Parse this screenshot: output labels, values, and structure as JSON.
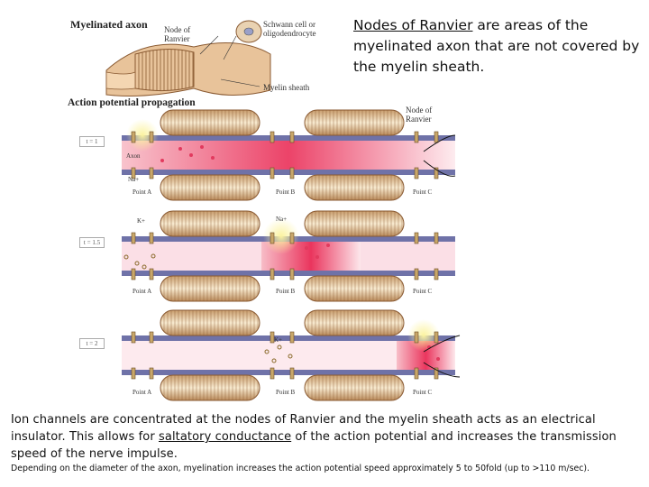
{
  "intro": {
    "term": "Nodes of Ranvier",
    "rest": " are areas of the myelinated axon that are not covered by the myelin sheath."
  },
  "figure": {
    "top_title": "Myelinated axon",
    "label_node": "Node of Ranvier",
    "label_schwann": "Schwann cell or oligodendrocyte",
    "label_myelin": "Myelin sheath",
    "section_title": "Action potential propagation",
    "label_node2": "Node of Ranvier",
    "label_axon": "Axon",
    "label_na": "Na+",
    "label_k": "K+",
    "time_labels": [
      "t = 1",
      "t = 1.5",
      "t = 2"
    ],
    "point_labels": [
      "Point A",
      "Point B",
      "Point C"
    ]
  },
  "body": {
    "part1": "Ion channels are concentrated at the nodes of Ranvier and the myelin sheath acts as an electrical insulator. This allows for ",
    "term": "saltatory conductance",
    "part2": " of the action potential and increases the transmission speed of the nerve impulse."
  },
  "footnote": "Depending on the diameter of the axon, myelination increases the action potential speed approximately 5 to 50fold (up to >110 m/sec).",
  "colors": {
    "membrane": "#6f72a8",
    "myelin_light": "#f4e2c4",
    "myelin_dark": "#8a5a32",
    "signal": "#e8224e",
    "ion_yellow": "#f6ea5a"
  }
}
